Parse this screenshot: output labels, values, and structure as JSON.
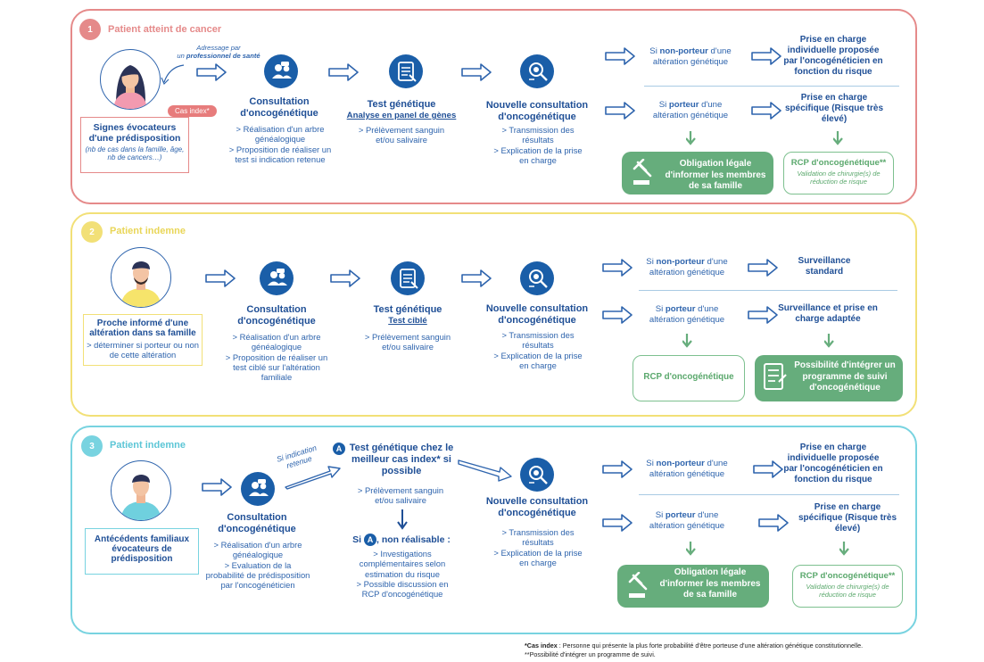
{
  "panels": [
    {
      "num": "1",
      "title": "Patient atteint de cancer"
    },
    {
      "num": "2",
      "title": "Patient indemne"
    },
    {
      "num": "3",
      "title": "Patient indemne"
    }
  ],
  "p1": {
    "adressage_l1": "Adressage par",
    "adressage_l2": "un ",
    "adressage_bold": "professionnel de santé",
    "cas_index": "Cas index*",
    "signes_title": "Signes évocateurs d'une prédisposition",
    "signes_sub": "(nb de cas dans la famille, âge, nb de cancers…)",
    "consult_title": "Consultation d'oncogénétique",
    "consult_items": "> Réalisation d'un arbre généalogique\n> Proposition de réaliser un test si indication retenue",
    "test_title": "Test génétique",
    "test_sub": "Analyse en panel de gènes",
    "test_items": "> Prélèvement sanguin et/ou salivaire",
    "nouv_title": "Nouvelle consultation d'oncogénétique",
    "nouv_items": "> Transmission des résultats\n> Explication de la prise en charge",
    "nonporteur_pre": "Si ",
    "nonporteur_bold": "non-porteur",
    "nonporteur_post": " d'une altération génétique",
    "prise1": "Prise en charge individuelle proposée par l'oncogénéticien en fonction du risque",
    "porteur_pre": "Si ",
    "porteur_bold": "porteur",
    "porteur_post": " d'une altération génétique",
    "prise2": "Prise en charge spécifique (Risque très élevé)",
    "obligation": "Obligation légale d'informer les membres de sa famille",
    "rcp": "RCP d'oncogénétique**",
    "rcp_sub": "Validation de chirurgie(s) de réduction de risque"
  },
  "p2": {
    "proche_title": "Proche informé d'une altération dans sa famille",
    "proche_sub": "> déterminer si porteur ou non de cette altération",
    "consult_title": "Consultation d'oncogénétique",
    "consult_items": "> Réalisation d'un arbre généalogique\n> Proposition de réaliser un test ciblé sur l'altération familiale",
    "test_title": "Test génétique",
    "test_sub": "Test ciblé",
    "test_items": "> Prélèvement sanguin et/ou salivaire",
    "nouv_title": "Nouvelle consultation d'oncogénétique",
    "nouv_items": "> Transmission des résultats\n> Explication de la prise en charge",
    "nonporteur_pre": "Si ",
    "nonporteur_bold": "non-porteur",
    "nonporteur_post": " d'une altération génétique",
    "surv1": "Surveillance standard",
    "porteur_pre": "Si ",
    "porteur_bold": "porteur",
    "porteur_post": " d'une altération génétique",
    "surv2": "Surveillance et prise en charge adaptée",
    "rcp": "RCP d'oncogénétique",
    "programme": "Possibilité d'intégrer un programme de suivi d'oncogénétique"
  },
  "p3": {
    "antecedents": "Antécédents familiaux évocateurs de prédisposition",
    "consult_title": "Consultation d'oncogénétique",
    "consult_items": "> Réalisation d'un arbre généalogique\n> Evaluation de la probabilité de prédisposition par l'oncogénéticien",
    "si_indication": "Si indication retenue",
    "badge": "A",
    "test_title": "Test génétique chez le meilleur cas index* si possible",
    "test_items": "> Prélèvement sanguin et/ou salivaire",
    "si_pre": "Si ",
    "si_post": ", non réalisable :",
    "invest_items": "> Investigations complémentaires selon estimation du risque\n> Possible discussion en RCP d'oncogénétique",
    "nouv_title": "Nouvelle consultation d'oncogénétique",
    "nouv_items": "> Transmission des résultats\n> Explication de la prise en charge",
    "nonporteur_pre": "Si ",
    "nonporteur_bold": "non-porteur",
    "nonporteur_post": " d'une altération génétique",
    "prise1": "Prise en charge individuelle proposée par l'oncogénéticien en fonction du risque",
    "porteur_pre": "Si ",
    "porteur_bold": "porteur",
    "porteur_post": " d'une altération génétique",
    "prise2": "Prise en charge spécifique (Risque très élevé)",
    "obligation": "Obligation légale d'informer les membres de sa famille",
    "rcp": "RCP d'oncogénétique**",
    "rcp_sub": "Validation de chirurgie(s) de réduction de risque"
  },
  "footnotes": {
    "f1_bold": "*Cas index",
    "f1": " : Personne qui présente la plus forte probabilité d'être porteuse d'une altération génétique constitutionnelle.",
    "f2": "**Possibilité d'intégrer un programme de suivi."
  },
  "colors": {
    "panel1": "#e58a8a",
    "panel2": "#f2e077",
    "panel3": "#78d3e0",
    "blue": "#1a5ea8",
    "green": "#66ad7c"
  }
}
